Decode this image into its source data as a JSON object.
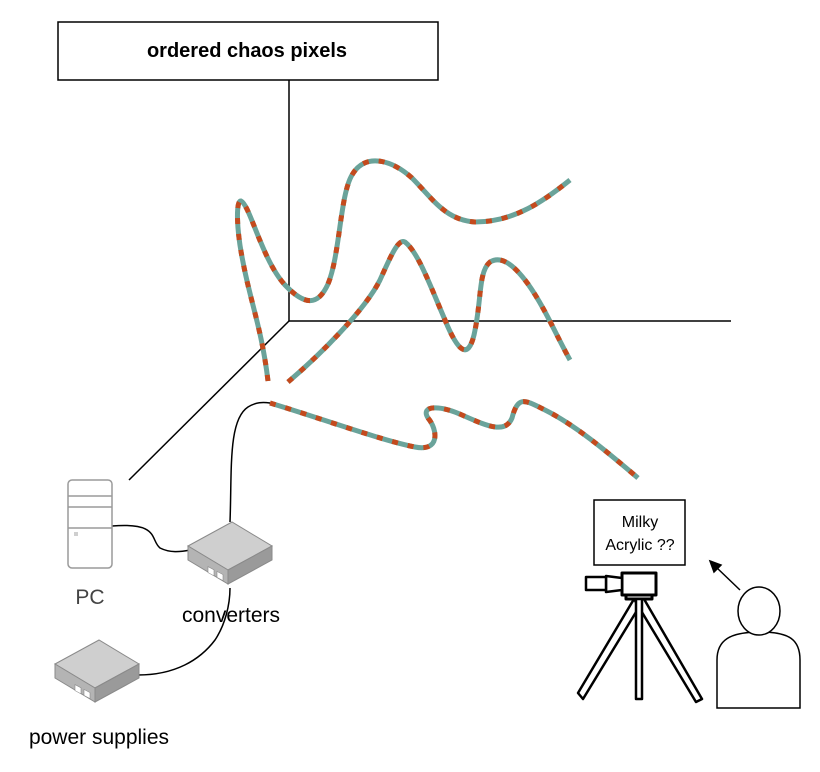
{
  "diagram": {
    "title": "ordered chaos pixels",
    "pc_label": "PC",
    "converters_label": "converters",
    "power_supplies_label": "power supplies",
    "sign_line1": "Milky",
    "sign_line2": "Acrylic ??"
  },
  "colors": {
    "strand_base": "#6aa39a",
    "strand_dash": "#c44a1d",
    "device_top": "#cfcfcf",
    "device_side": "#9a9a9a",
    "device_front": "#b4b4b4",
    "pc_outline": "#9a9a9a",
    "line": "#000000"
  },
  "icons": {
    "pc": "desktop-tower-icon",
    "converter": "network-box-icon",
    "power_supply": "network-box-icon",
    "camera": "camera-on-tripod-icon",
    "viewer": "person-outline-icon"
  }
}
